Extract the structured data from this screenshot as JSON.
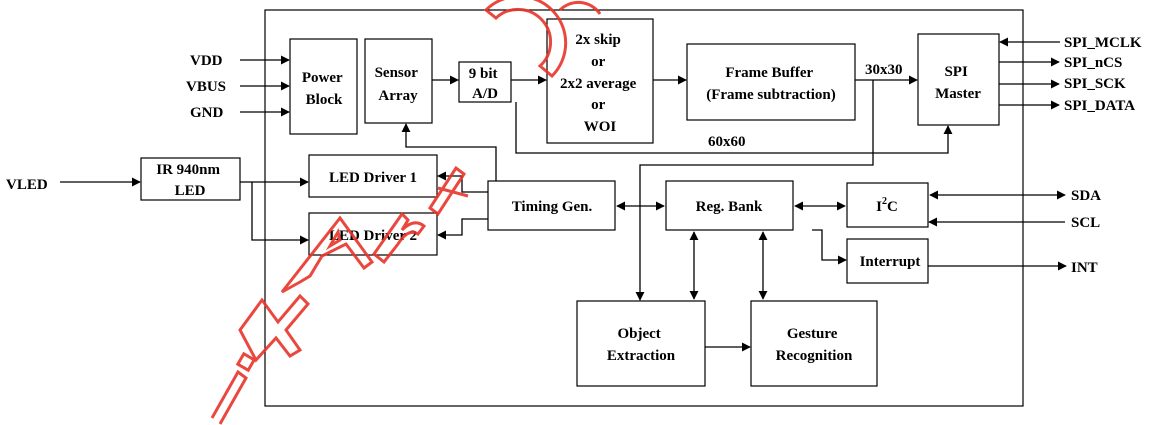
{
  "blocks": {
    "power_block": [
      "Power",
      "Block"
    ],
    "sensor_array": [
      "Sensor",
      "Array"
    ],
    "adc": [
      "9 bit",
      "A/D"
    ],
    "skip_avg": [
      "2x skip",
      "or",
      "2x2 average",
      "or",
      "WOI"
    ],
    "frame_buffer": [
      "Frame Buffer",
      "(Frame subtraction)"
    ],
    "spi_master": [
      "SPI",
      "Master"
    ],
    "ir_led": [
      "IR 940nm",
      "LED"
    ],
    "led_driver_1": "LED Driver 1",
    "led_driver_2": "LED Driver 2",
    "timing_gen": "Timing Gen.",
    "reg_bank": "Reg. Bank",
    "i2c": "I",
    "i2c_sup": "2",
    "i2c_tail": "C",
    "interrupt": "Interrupt",
    "object_extraction": [
      "Object",
      "Extraction"
    ],
    "gesture_recognition": [
      "Gesture",
      "Recognition"
    ]
  },
  "signals": {
    "vdd": "VDD",
    "vbus": "VBUS",
    "gnd": "GND",
    "vled": "VLED",
    "spi_mclk": "SPI_MCLK",
    "spi_ncs": "SPI_nCS",
    "spi_sck": "SPI_SCK",
    "spi_data": "SPI_DATA",
    "sda": "SDA",
    "scl": "SCL",
    "int": "INT"
  },
  "annotations": {
    "res_30": "30x30",
    "res_60": "60x60"
  },
  "watermark": {
    "color": "#e8342a",
    "text": "ixArt"
  }
}
